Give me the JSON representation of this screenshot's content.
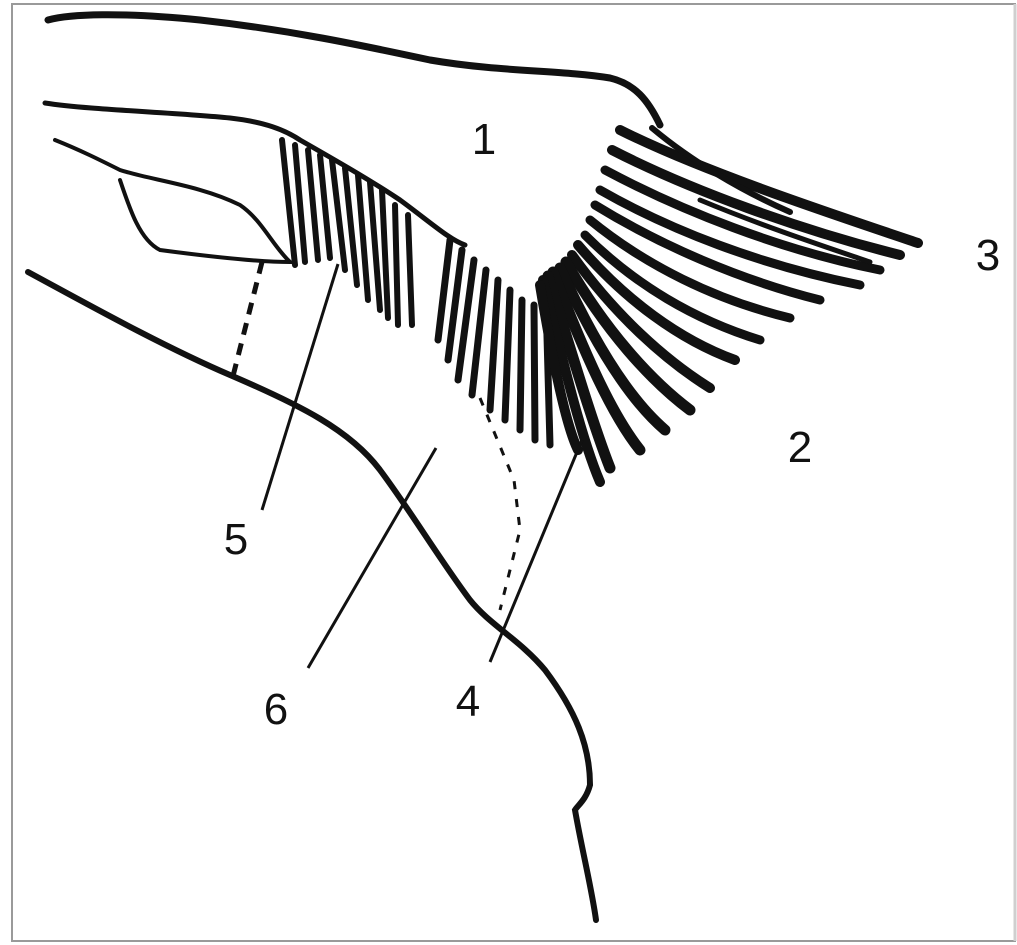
{
  "figure": {
    "labels": {
      "l1": "1",
      "l2": "2",
      "l3": "3",
      "l4": "4",
      "l5": "5",
      "l6": "6"
    },
    "colors": {
      "ink": "#111111",
      "paper": "#ffffff",
      "border": "#9a9a9a"
    }
  }
}
